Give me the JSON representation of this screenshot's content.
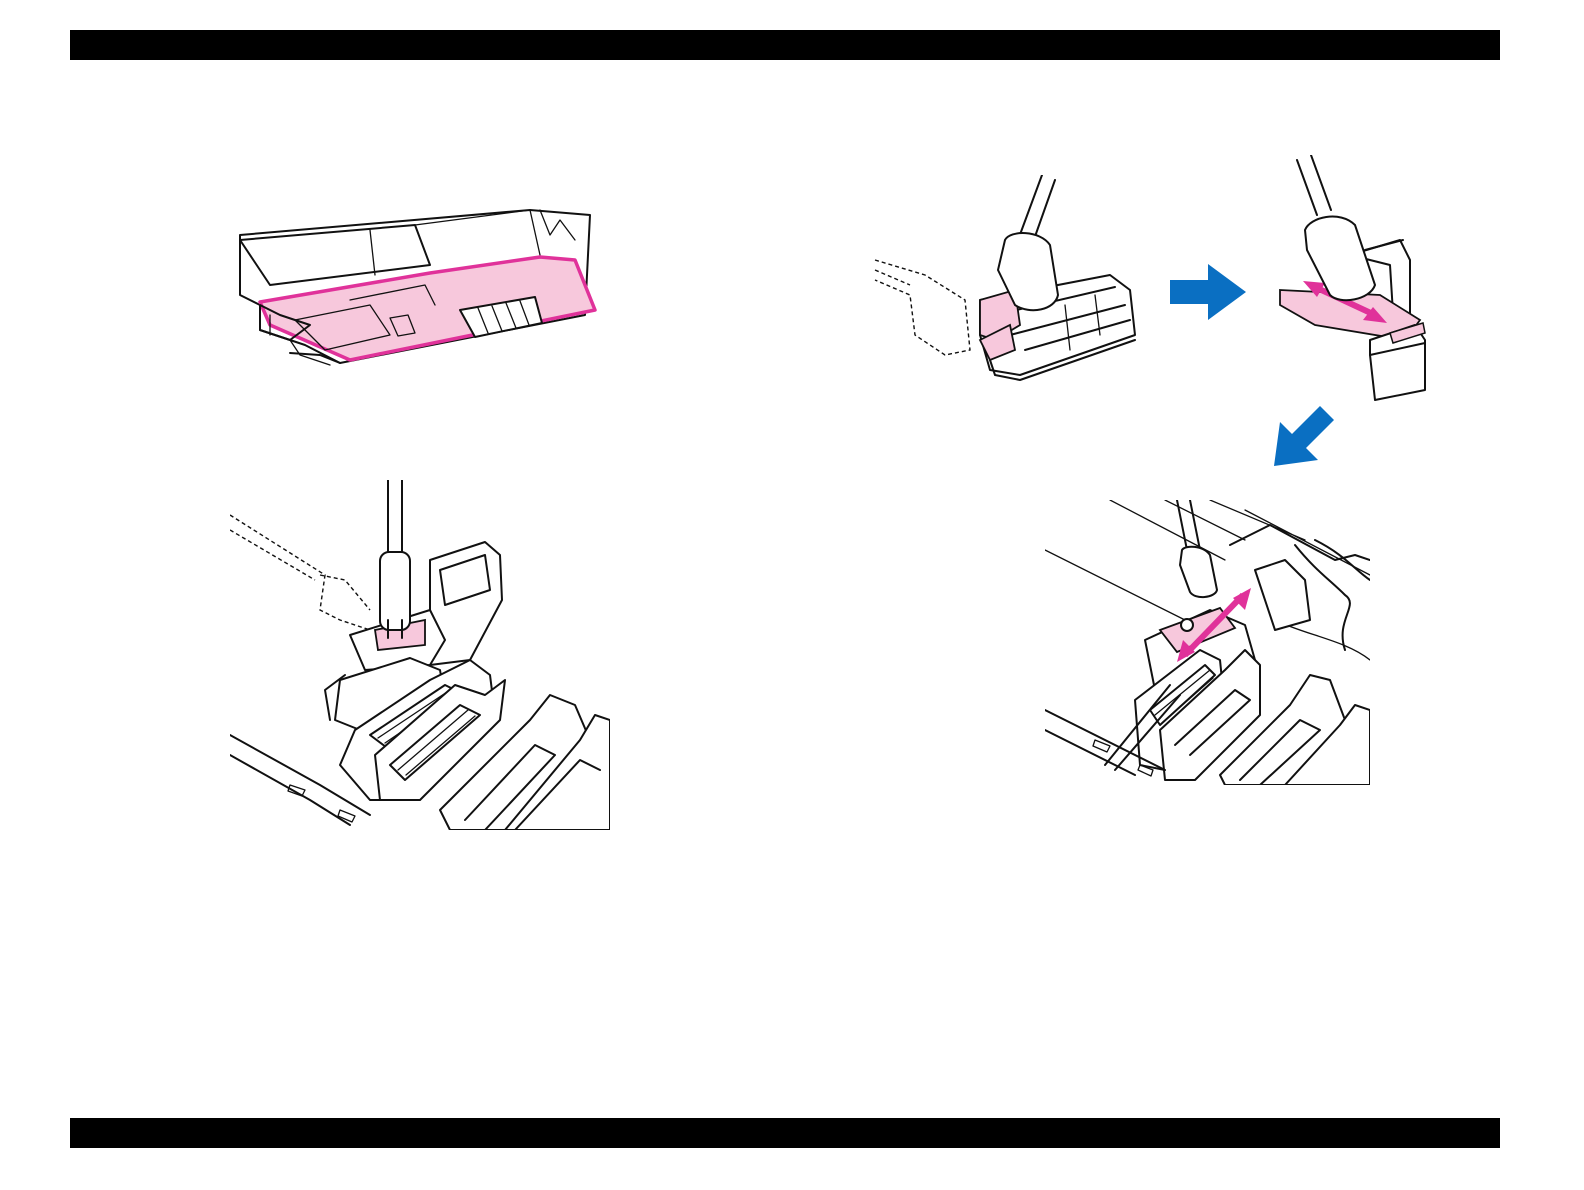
{
  "page": {
    "header_bar_color": "#000000",
    "footer_bar_color": "#000000"
  },
  "colors": {
    "highlight_fill": "#f7c8dc",
    "highlight_stroke": "#e0329a",
    "motion_arrow": "#e0329a",
    "step_arrow": "#0a6fc2",
    "line_art": "#111111"
  },
  "figures": [
    {
      "id": "head-underside",
      "icon": "printhead-underside-illustration"
    },
    {
      "id": "cap-wipe-left",
      "icon": "cap-cleaning-swab-illustration"
    },
    {
      "id": "wiper-swab-step1",
      "icon": "wiper-swab-step1-illustration"
    },
    {
      "id": "wiper-swab-step2",
      "icon": "wiper-swab-step2-illustration"
    },
    {
      "id": "wiper-swab-step3",
      "icon": "wiper-in-unit-illustration"
    }
  ],
  "step_arrows": [
    {
      "icon": "arrow-right-icon"
    },
    {
      "icon": "arrow-down-left-icon"
    }
  ]
}
